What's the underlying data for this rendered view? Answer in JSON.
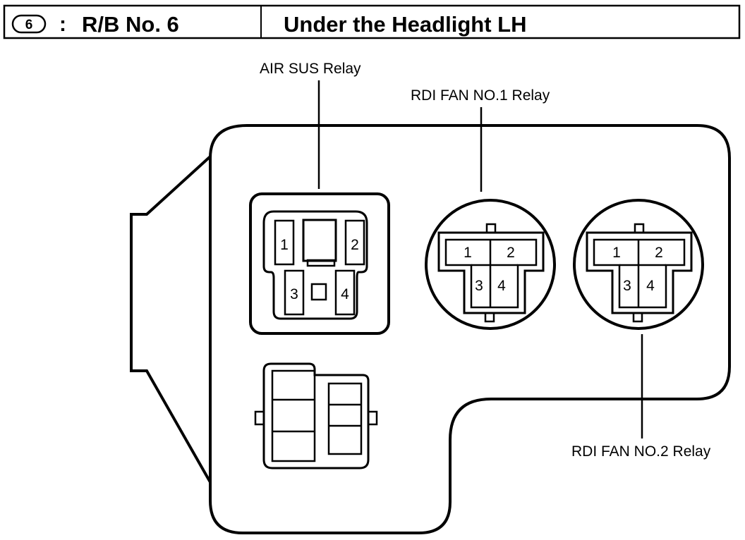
{
  "header": {
    "number": "6",
    "separator": ":",
    "block_name": "R/B No. 6",
    "location": "Under the Headlight LH"
  },
  "relays": {
    "air_sus": {
      "label": "AIR SUS Relay",
      "pins": [
        "1",
        "2",
        "3",
        "4"
      ]
    },
    "rdi_fan_1": {
      "label": "RDI FAN NO.1 Relay",
      "pins": [
        "1",
        "2",
        "3",
        "4"
      ]
    },
    "rdi_fan_2": {
      "label": "RDI FAN NO.2 Relay",
      "pins": [
        "1",
        "2",
        "3",
        "4"
      ]
    }
  }
}
